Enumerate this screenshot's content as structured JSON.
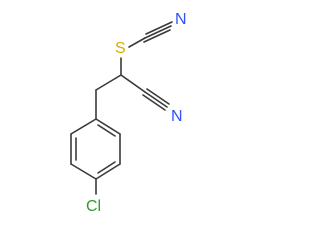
{
  "atoms": {
    "sulfur": "S",
    "nitrogen_thiocyanate": "N",
    "nitrogen_nitrile": "N",
    "chlorine": "Cl"
  },
  "colors": {
    "bond": "#3a3a3a",
    "nitrogen": "#3050f8",
    "sulfur": "#d4b000",
    "chlorine": "#2f9b2f"
  }
}
